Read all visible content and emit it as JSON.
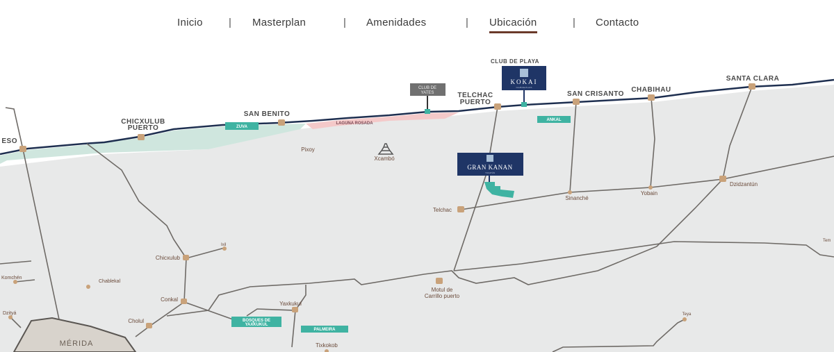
{
  "nav": {
    "items": [
      {
        "label": "Inicio"
      },
      {
        "label": "Masterplan"
      },
      {
        "label": "Amenidades"
      },
      {
        "label": "Ubicación",
        "active": true
      },
      {
        "label": "Contacto"
      }
    ],
    "separator": "|"
  },
  "map": {
    "coastal_towns": {
      "progreso": "ESO",
      "chicxulub_puerto_1": "CHICXULUB",
      "chicxulub_puerto_2": "PUERTO",
      "san_benito": "SAN BENITO",
      "telchac_puerto_1": "TELCHAC",
      "telchac_puerto_2": "PUERTO",
      "san_crisanto": "SAN CRISANTO",
      "chabihau": "CHABIHAU",
      "santa_clara": "SANTA CLARA"
    },
    "club_de_playa": "CLUB DE PLAYA",
    "kokai": {
      "name": "KOKAI",
      "sub": "CLUB DE PLAYA"
    },
    "club_de_yates_1": "CLUB DE",
    "club_de_yates_2": "YATES",
    "gran_kanan": {
      "name": "GRAN KANAN",
      "sub": "YUCATÁN"
    },
    "developments": {
      "zuva": "ZUVA",
      "ankal": "ANKAL",
      "bosques_1": "BOSQUES DE",
      "bosques_2": "YAXKUKUL",
      "palmeira": "PALMEIRA"
    },
    "laguna_rosada": "LAGUNA ROSADA",
    "towns": {
      "pixoy": "Pixoy",
      "xcambo": "Xcambó",
      "telchac": "Telchac",
      "sinanche": "Sinanché",
      "yobain": "Yobain",
      "dzidzantun": "Dzidzantún",
      "ixil": "Ixil",
      "chicxulub": "Chicxulub",
      "komchen": "Komchén",
      "chablekal": "Chablekal",
      "conkal": "Conkal",
      "dzitya": "Dzityá",
      "cholul": "Cholul",
      "yaxkukul": "Yaxkukul",
      "tixkokob": "Tixkokob",
      "motul_1": "Motul de",
      "motul_2": "Carrillo puerto",
      "teya": "Teya",
      "tem": "Tem",
      "merida": "MÉRIDA"
    },
    "colors": {
      "coast": "#1e2f50",
      "land": "#e8e9e9",
      "beach": "#cfe6de",
      "lagoon": "#f4c9c9",
      "accent": "#3fb3a2",
      "brand": "#1f3566",
      "road": "#6e6a66",
      "dot": "#c9a27a"
    }
  }
}
